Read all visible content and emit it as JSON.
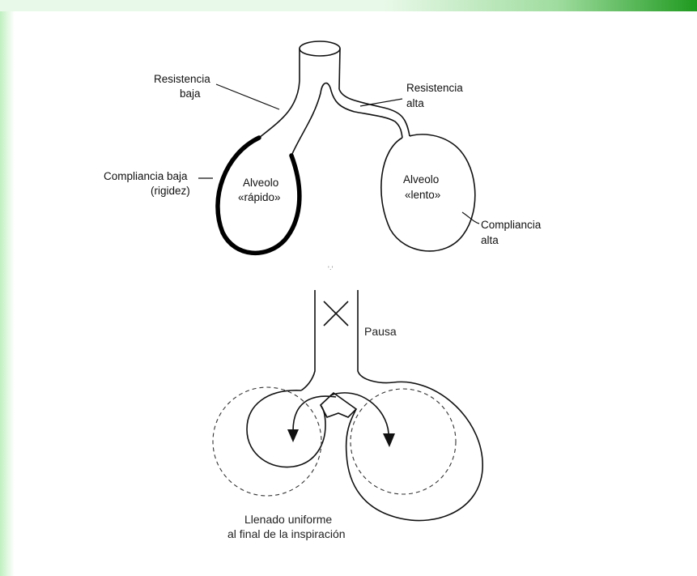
{
  "colors": {
    "background": "#ffffff",
    "accent_green": "#1f9a1f",
    "line": "#111111"
  },
  "top_diagram": {
    "label_low_resistance_line1": "Resistencia",
    "label_low_resistance_line2": "baja",
    "label_high_resistance_line1": "Resistencia",
    "label_high_resistance_line2": "alta",
    "label_low_compliance_line1": "Compliancia baja",
    "label_low_compliance_line2": "(rigidez)",
    "label_high_compliance_line1": "Compliancia",
    "label_high_compliance_line2": "alta",
    "fast_alveolus_line1": "Alveolo",
    "fast_alveolus_line2": "«rápido»",
    "slow_alveolus_line1": "Alveolo",
    "slow_alveolus_line2": "«lento»"
  },
  "bottom_diagram": {
    "pause_label": "Pausa",
    "caption_line1": "Llenado uniforme",
    "caption_line2": "al final de la inspiración"
  }
}
